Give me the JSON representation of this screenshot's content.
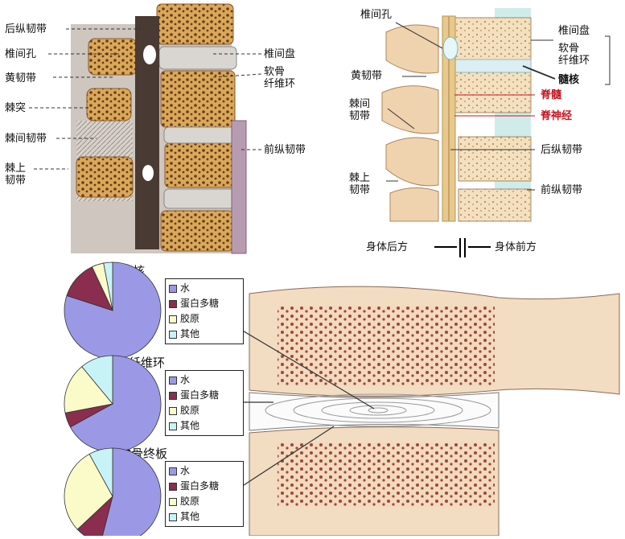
{
  "left_diagram": {
    "labels": {
      "posterior_longitudinal": "后纵韧带",
      "intervertebral_foramen": "椎间孔",
      "ligamentum_flavum": "黄韧带",
      "spinous_process": "棘突",
      "interspinous_ligament": "棘间韧带",
      "supraspinous_ligament": "棘上\n韧带",
      "intervertebral_disc": "椎间盘",
      "cartilage_annulus": "软骨\n纤维环",
      "anterior_longitudinal": "前纵韧带"
    }
  },
  "right_diagram": {
    "labels": {
      "intervertebral_foramen": "椎间孔",
      "ligamentum_flavum": "黄韧带",
      "interspinous_ligament": "棘间\n韧带",
      "supraspinous_ligament": "棘上\n韧带",
      "intervertebral_disc": "椎间盘",
      "cartilage_annulus": "软骨\n纤维环",
      "nucleus": "髓核",
      "spinal_cord": "脊髓",
      "spinal_nerve": "脊神经",
      "posterior_longitudinal": "后纵韧带",
      "anterior_longitudinal": "前纵韧带"
    },
    "direction": {
      "back": "身体后方",
      "front": "身体前方"
    }
  },
  "chart_data": [
    {
      "type": "pie",
      "title": "髓核",
      "categories": [
        "水",
        "蛋白多糖",
        "胶原",
        "其他"
      ],
      "values": [
        80,
        13,
        4,
        3
      ]
    },
    {
      "type": "pie",
      "title": "纤维环",
      "categories": [
        "水",
        "蛋白多糖",
        "胶原",
        "其他"
      ],
      "values": [
        67,
        5,
        17,
        11
      ]
    },
    {
      "type": "pie",
      "title": "软骨终板",
      "categories": [
        "水",
        "蛋白多糖",
        "胶原",
        "其他"
      ],
      "values": [
        54,
        9,
        29,
        8
      ]
    }
  ],
  "colors": {
    "water": "#9b99e6",
    "proteoglycan": "#8a2d4f",
    "collagen": "#fbfbc9",
    "other": "#c8f3f6",
    "bone": "#e6caa4",
    "bone_pore": "#9a4a34",
    "ligament": "#bfe3e6",
    "red_label": "#c8141e"
  }
}
